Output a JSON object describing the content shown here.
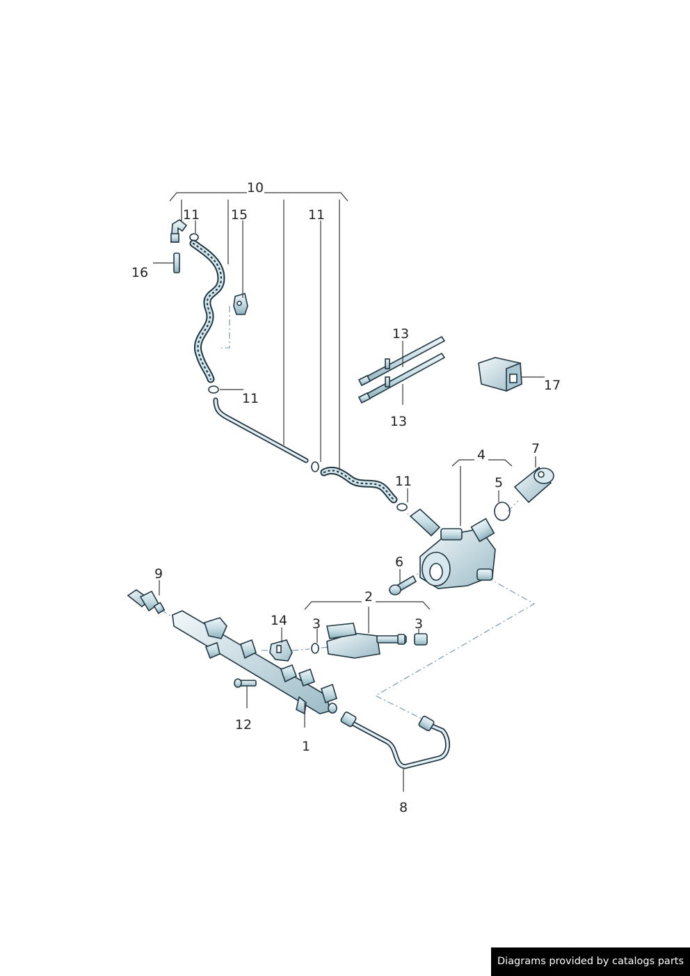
{
  "diagram": {
    "callouts": {
      "c1": "1",
      "c2": "2",
      "c3a": "3",
      "c3b": "3",
      "c4": "4",
      "c5": "5",
      "c6": "6",
      "c7": "7",
      "c8": "8",
      "c9": "9",
      "c10": "10",
      "c11a": "11",
      "c11b": "11",
      "c11c": "11",
      "c11d": "11",
      "c12": "12",
      "c13a": "13",
      "c13b": "13",
      "c14": "14",
      "c15": "15",
      "c16": "16",
      "c17": "17"
    },
    "colors": {
      "part_fill": "#c9e0e6",
      "part_stroke": "#1d3440",
      "label": "#222222",
      "dash_line": "#6a8fa8"
    }
  },
  "watermark": {
    "text": "Diagrams provided by catalogs parts"
  }
}
